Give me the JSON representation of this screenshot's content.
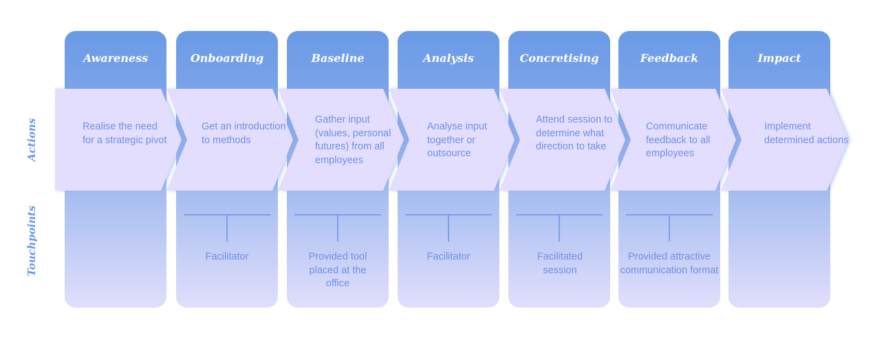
{
  "row_labels": {
    "actions": "Actions",
    "touchpoints": "Touchpoints"
  },
  "stages": [
    {
      "title": "Awareness",
      "action": "Realise the need for a strategic pivot",
      "touchpoint": ""
    },
    {
      "title": "Onboarding",
      "action": "Get an introduction to methods",
      "touchpoint": "Facilitator"
    },
    {
      "title": "Baseline",
      "action": "Gather input (values, personal futures) from all employees",
      "touchpoint": "Provided tool placed at the office"
    },
    {
      "title": "Analysis",
      "action": "Analyse input together or outsource",
      "touchpoint": "Facilitator"
    },
    {
      "title": "Concretising",
      "action": "Attend session to determine what direction to take",
      "touchpoint": "Facilitated session"
    },
    {
      "title": "Feedback",
      "action": "Communicate feedback to all employees",
      "touchpoint": "Provided attractive communication format"
    },
    {
      "title": "Impact",
      "action": "Implement determined actions",
      "touchpoint": ""
    }
  ],
  "colors": {
    "column_top": "#6a9ae6",
    "column_bottom": "#e2defc",
    "chevron_fill": "#e3defd",
    "text": "#6f90e6",
    "heading": "#ffffff"
  }
}
